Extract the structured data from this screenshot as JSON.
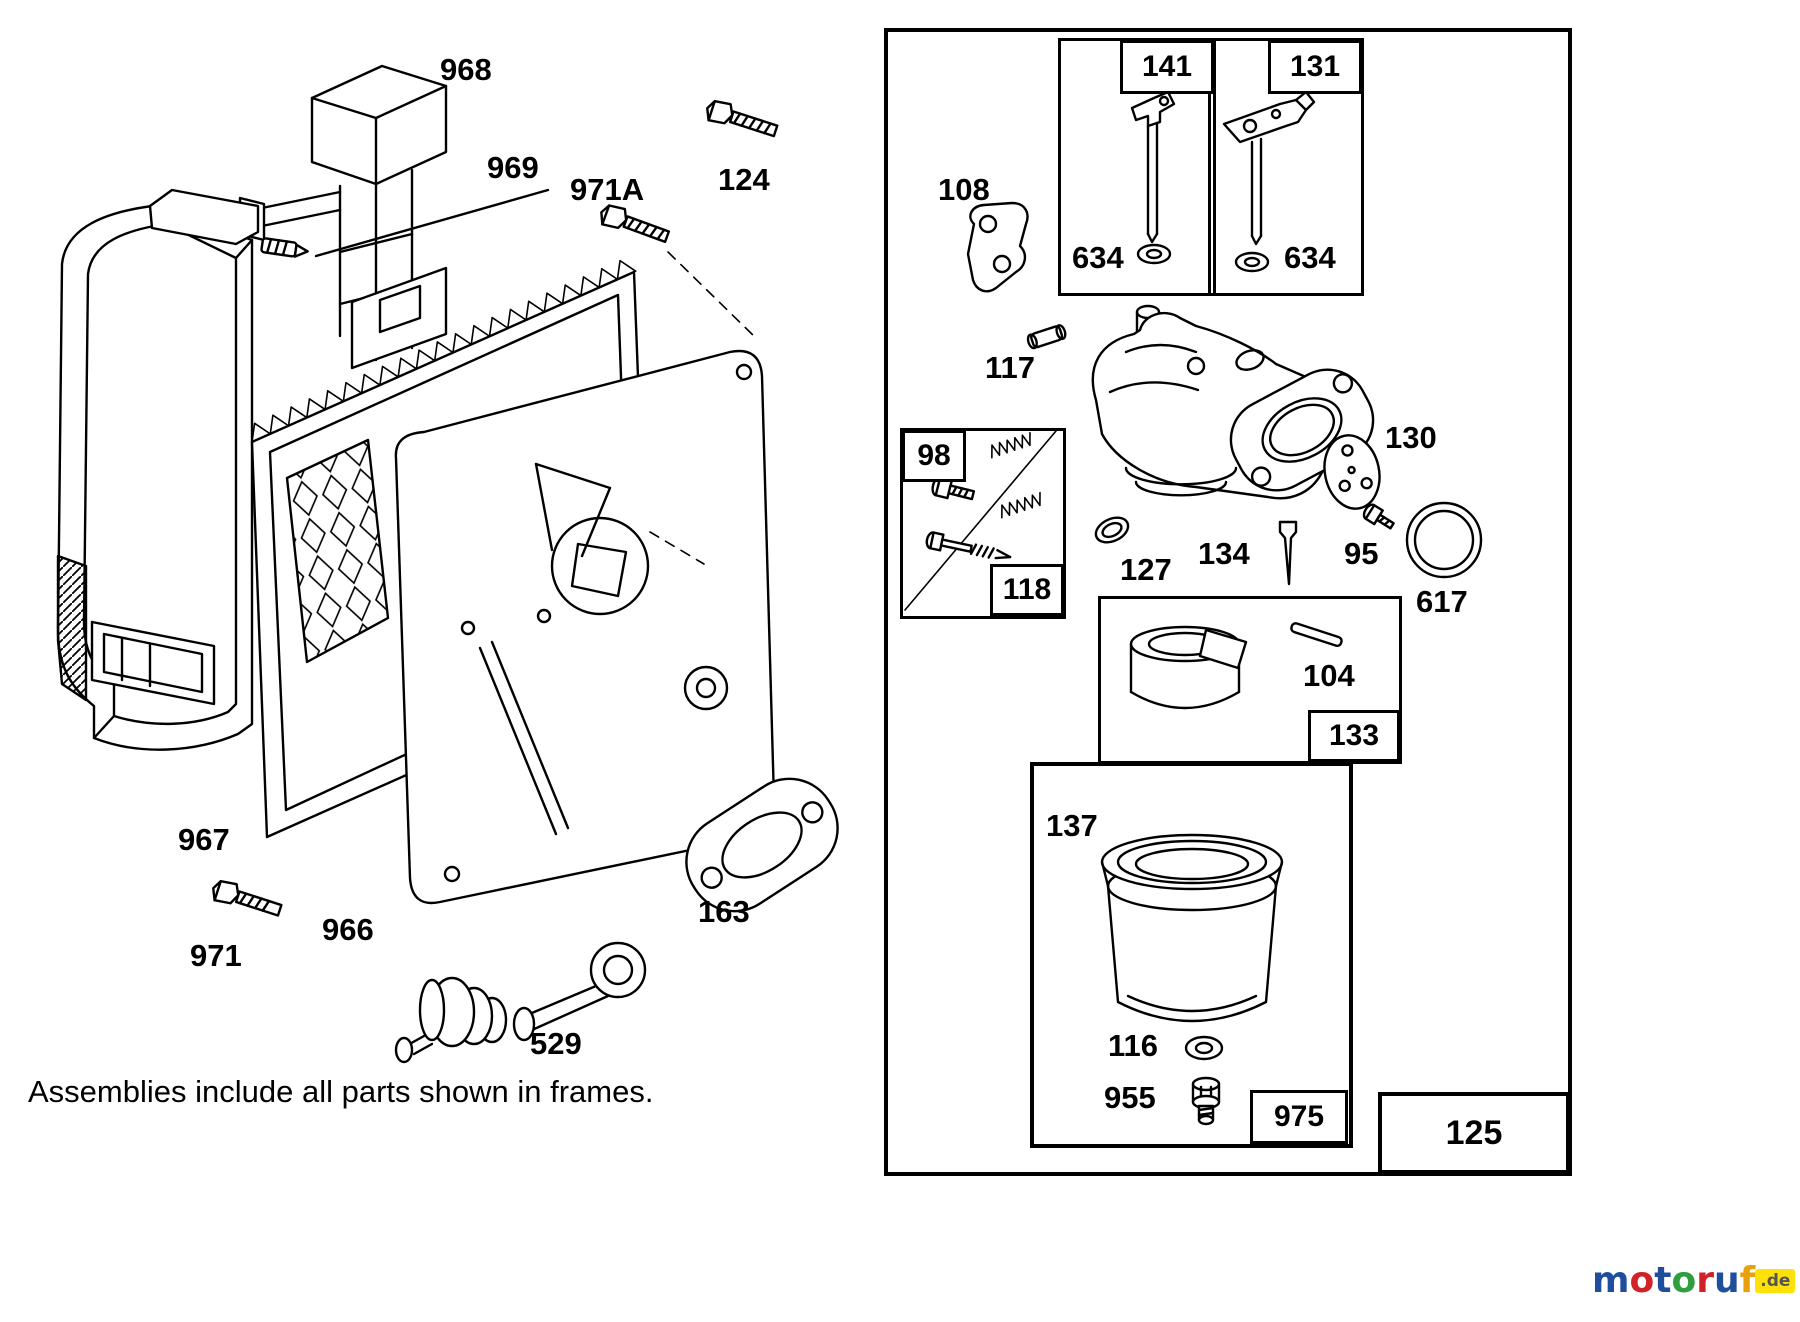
{
  "page": {
    "footer_note": "Assemblies include all parts shown in frames."
  },
  "watermark": {
    "letters": [
      {
        "ch": "m",
        "color": "#1f4e9c"
      },
      {
        "ch": "o",
        "color": "#d22027"
      },
      {
        "ch": "t",
        "color": "#1f4e9c"
      },
      {
        "ch": "o",
        "color": "#2e9e3e"
      },
      {
        "ch": "r",
        "color": "#d22027"
      },
      {
        "ch": "u",
        "color": "#1f4e9c"
      },
      {
        "ch": "f",
        "color": "#e8a00c"
      }
    ],
    "suffix": ".de",
    "suffix_color": "#555555",
    "highlight": "#ffe10a"
  },
  "labels": {
    "airCleanerCover": "968",
    "coverPin": "969",
    "screw971A": "971A",
    "screw124": "124",
    "filter": "967",
    "screw971": "971",
    "backPlate": "966",
    "breatherTube": "529",
    "gasket163": "163",
    "gasket108": "108",
    "valve141": "141",
    "valve131": "131",
    "washer634a": "634",
    "washer634b": "634",
    "pin117": "117",
    "kit98": "98",
    "kit118": "118",
    "disc130": "130",
    "cap127": "127",
    "needle134": "134",
    "screw95": "95",
    "oring617": "617",
    "float104": "104",
    "kit133": "133",
    "bowl137": "137",
    "washer116": "116",
    "plug955": "955",
    "kit975": "975",
    "carbAssembly125": "125"
  }
}
